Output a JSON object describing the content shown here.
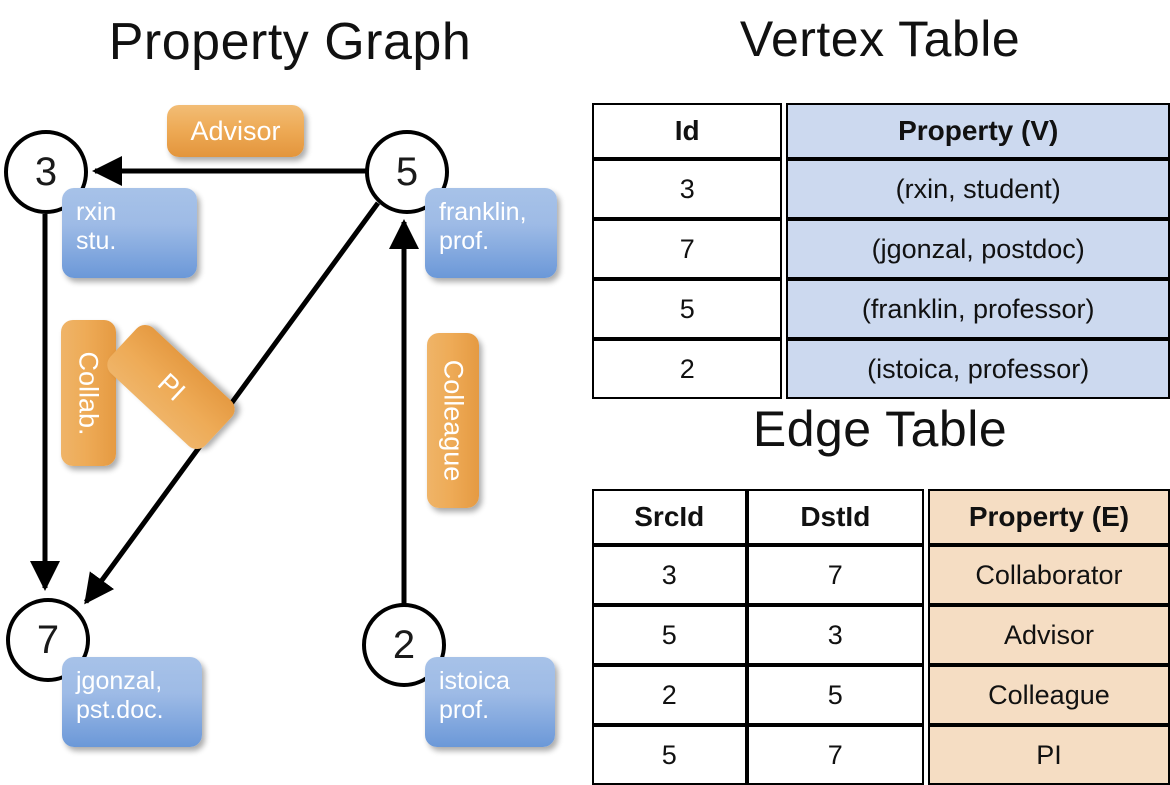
{
  "titles": {
    "graph": "Property Graph",
    "vertex_table": "Vertex Table",
    "edge_table": "Edge Table"
  },
  "graph": {
    "nodes": [
      {
        "id": "3",
        "label": "3",
        "property_lines": [
          "rxin",
          "stu."
        ]
      },
      {
        "id": "5",
        "label": "5",
        "property_lines": [
          "franklin,",
          "prof."
        ]
      },
      {
        "id": "7",
        "label": "7",
        "property_lines": [
          "jgonzal,",
          "pst.doc."
        ]
      },
      {
        "id": "2",
        "label": "2",
        "property_lines": [
          "istoica",
          "prof."
        ]
      }
    ],
    "edge_labels": [
      {
        "name": "advisor",
        "text": "Advisor",
        "orientation": "horizontal"
      },
      {
        "name": "collab",
        "text": "Collab.",
        "orientation": "vertical"
      },
      {
        "name": "pi",
        "text": "PI",
        "orientation": "tilted"
      },
      {
        "name": "colleague",
        "text": "Colleague",
        "orientation": "vertical"
      }
    ],
    "edges": [
      {
        "from": "5",
        "to": "3",
        "label": "Advisor"
      },
      {
        "from": "3",
        "to": "7",
        "label": "Collab."
      },
      {
        "from": "5",
        "to": "7",
        "label": "PI"
      },
      {
        "from": "2",
        "to": "5",
        "label": "Colleague"
      }
    ]
  },
  "vertex_table": {
    "headers": [
      "Id",
      "Property (V)"
    ],
    "rows": [
      [
        "3",
        "(rxin, student)"
      ],
      [
        "7",
        "(jgonzal, postdoc)"
      ],
      [
        "5",
        "(franklin, professor)"
      ],
      [
        "2",
        "(istoica, professor)"
      ]
    ]
  },
  "edge_table": {
    "headers": [
      "SrcId",
      "DstId",
      "Property (E)"
    ],
    "rows": [
      [
        "3",
        "7",
        "Collaborator"
      ],
      [
        "5",
        "3",
        "Advisor"
      ],
      [
        "2",
        "5",
        "Colleague"
      ],
      [
        "5",
        "7",
        "PI"
      ]
    ]
  },
  "colors": {
    "vertex_property_fill": "#ccd9ef",
    "edge_property_fill": "#f5ddc3",
    "vertex_box": "#7ba3dd",
    "edge_box": "#eeab57",
    "stroke": "#000000"
  }
}
